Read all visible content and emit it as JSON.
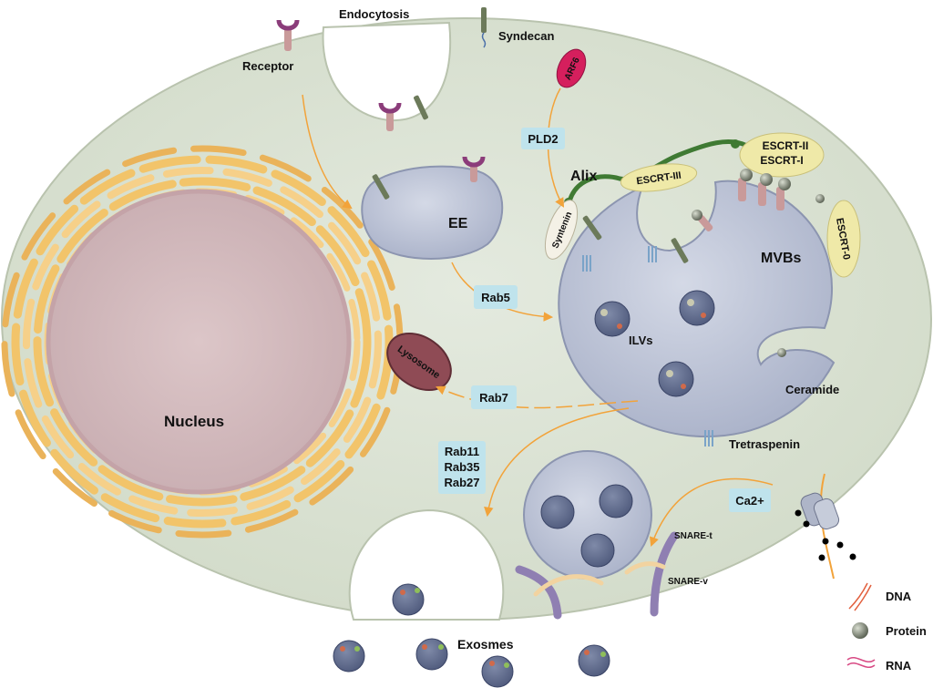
{
  "labels": {
    "endocytosis": "Endocytosis",
    "receptor": "Receptor",
    "syndecan": "Syndecan",
    "arf6": "ARF6",
    "pld2": "PLD2",
    "alix": "Alix",
    "escrt_iii": "ESCRT-III",
    "escrt_ii": "ESCRT-II",
    "escrt_i": "ESCRT-I",
    "escrt_0": "ESCRT-0",
    "syntenin": "Syntenin",
    "ee": "EE",
    "rab5": "Rab5",
    "mvbs": "MVBs",
    "ilvs": "ILVs",
    "ceramide": "Ceramide",
    "lysosome": "Lysosome",
    "rab7": "Rab7",
    "nucleus": "Nucleus",
    "rab11": "Rab11",
    "rab35": "Rab35",
    "rab27": "Rab27",
    "tretraspenin": "Tretraspenin",
    "ca2": "Ca2+",
    "snare_t": "SNARE-t",
    "snare_v": "SNARE-v",
    "exosomes": "Exosmes"
  },
  "legend": [
    {
      "icon": "dna-icon",
      "label": "DNA"
    },
    {
      "icon": "protein-icon",
      "label": "Protein"
    },
    {
      "icon": "rna-icon",
      "label": "RNA"
    }
  ],
  "colors": {
    "cytoplasm": "#dfe6d8",
    "nucleus": "#dcc4c6",
    "er": "#f2c46a",
    "vesicle": "#c5cbdc",
    "lysosome": "#8f4b55",
    "escrt": "#efe9a8",
    "arrow": "#f2a33a",
    "tag": "#bfe3ec",
    "alix": "#3f7a33",
    "arf6": "#d51f5d"
  }
}
